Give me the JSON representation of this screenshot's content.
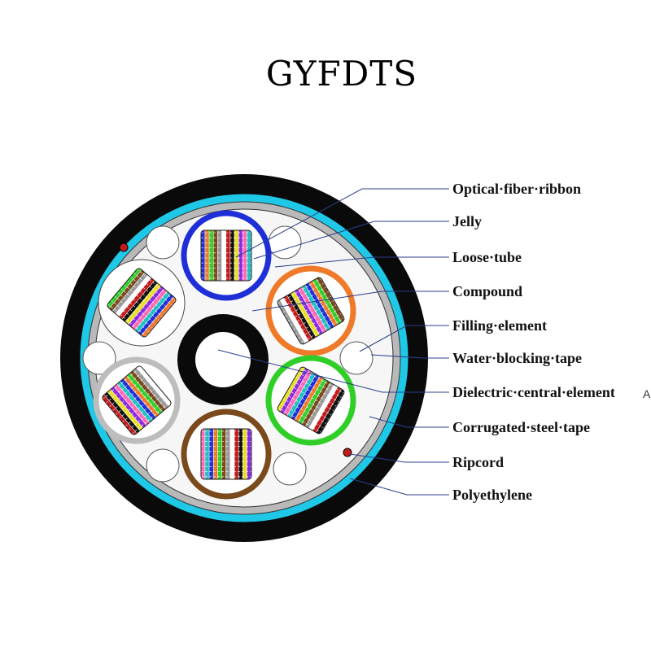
{
  "title": "GYFDTS",
  "labels": [
    {
      "id": "optical-fiber-ribbon",
      "text": "Optical·fiber·ribbon"
    },
    {
      "id": "jelly",
      "text": "Jelly"
    },
    {
      "id": "loose-tube",
      "text": "Loose·tube"
    },
    {
      "id": "compound",
      "text": "Compound"
    },
    {
      "id": "filling-element",
      "text": "Filling·element"
    },
    {
      "id": "water-blocking-tape",
      "text": "Water·blocking·tape"
    },
    {
      "id": "dielectric-central-element",
      "text": "Dielectric·central·element"
    },
    {
      "id": "corrugated-steel-tape",
      "text": "Corrugated·steel·tape"
    },
    {
      "id": "ripcord",
      "text": "Ripcord"
    },
    {
      "id": "polyethylene",
      "text": "Polyethylene"
    }
  ],
  "right_mark": "A",
  "colors": {
    "sheath": "#0a0a0a",
    "water_blocking": "#1ec8e6",
    "steel_tape": "#b9b9b9",
    "compound": "#f6f6f6",
    "ripcord": "#c41a1a",
    "tube_blue": "#1f2fd8",
    "tube_orange": "#f07a2a",
    "tube_green": "#2fcf28",
    "tube_brown": "#7a4a1c",
    "tube_gray": "#bdbdbd",
    "tube_white": "#ffffff",
    "leader": "#2b3f8c"
  }
}
